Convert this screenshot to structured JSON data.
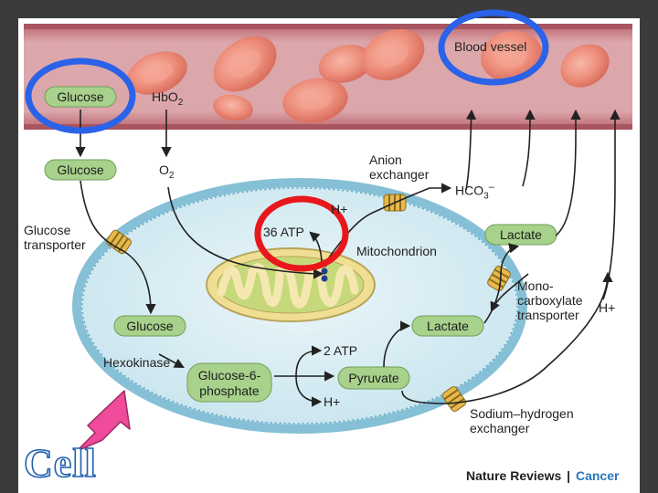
{
  "colors": {
    "vessel": "#c97b81",
    "cell_fill": "#d6edf3",
    "membrane": "#7fbcd2",
    "pill_fill": "#a8d18c",
    "highlight_blue": "#2a62e8",
    "highlight_red": "#e8171b",
    "arrow_pink": "#ef4b9a",
    "publisher_accent": "#2876b8"
  },
  "vessel": {
    "label": "Blood vessel",
    "glucose": "Glucose",
    "hbo2": {
      "base": "HbO",
      "sub": "2"
    }
  },
  "interstitial": {
    "glucose": "Glucose",
    "o2": {
      "base": "O",
      "sub": "2"
    },
    "glucose_transporter": [
      "Glucose",
      "transporter"
    ],
    "anion_exchanger": [
      "Anion",
      "exchanger"
    ],
    "hco3": {
      "base": "HCO",
      "sub": "3",
      "sup": "–"
    },
    "lactate_out": "Lactate",
    "mct": [
      "Mono-",
      "carboxylate",
      "transporter"
    ],
    "h_out": "H+",
    "nhe": [
      "Sodium–hydrogen",
      "exchanger"
    ]
  },
  "cell": {
    "atp_36": "36 ATP",
    "h_top": "H+",
    "mitochondrion": "Mitochondrion",
    "glucose_in": "Glucose",
    "hexokinase": "Hexokinase",
    "g6p": [
      "Glucose-6-",
      "phosphate"
    ],
    "atp_2": "2 ATP",
    "pyruvate": "Pyruvate",
    "h_in": "H+",
    "lactate_in": "Lactate"
  },
  "annotation": {
    "cell_word": "Cell"
  },
  "footer": {
    "publisher": "Nature Reviews",
    "separator": "|",
    "journal": "Cancer"
  }
}
